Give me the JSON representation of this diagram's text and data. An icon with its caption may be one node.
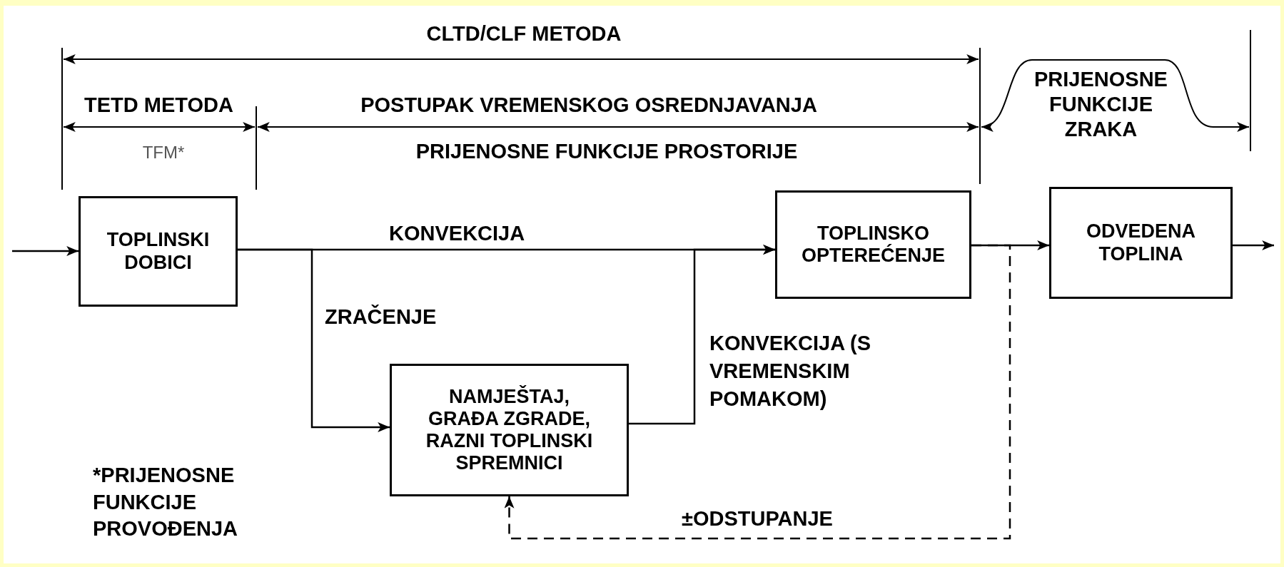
{
  "diagram": {
    "nodes": [
      {
        "text": [
          "TOPLINSKI DOBICI"
        ]
      },
      {
        "text": [
          "TOPLINSKO OPTEREĆENJE"
        ]
      },
      {
        "text": [
          "ODVEDENA TOPLINA"
        ]
      },
      {
        "text": [
          "NAMJEŠTAJ, GRAĐA ZGRADE, RAZNI TOPLINSKI SPREMNICI"
        ]
      }
    ],
    "edges": [
      {
        "from": null,
        "to": 0,
        "arrow": "to"
      },
      {
        "from": 0,
        "to": 1,
        "arrow": "to",
        "label": "KONVEKCIJA"
      },
      {
        "from": 0,
        "to": 3,
        "arrow": "to",
        "label": "ZRAČENJE"
      },
      {
        "from": 3,
        "to": 1,
        "arrow": "to",
        "label": "KONVEKCIJA (S VREMENSKIM POMAKOM)"
      },
      {
        "from": 1,
        "to": 2,
        "arrow": "to"
      },
      {
        "from": 2,
        "to": null,
        "arrow": "to"
      },
      {
        "from": 1,
        "to": 3,
        "arrow": "to",
        "style": "dashed",
        "label": "±ODSTUPANJE"
      }
    ],
    "labels": [
      "CLTD/CLF METODA",
      "TETD METODA",
      "POSTUPAK VREMENSKOG OSREDNJAVANJA",
      "PRIJENOSNE FUNKCIJE ZRAKA",
      "TFM*",
      "PRIJENOSNE FUNKCIJE PROSTORIJE",
      "*PRIJENOSNE FUNKCIJE PROVOĐENJA"
    ]
  }
}
